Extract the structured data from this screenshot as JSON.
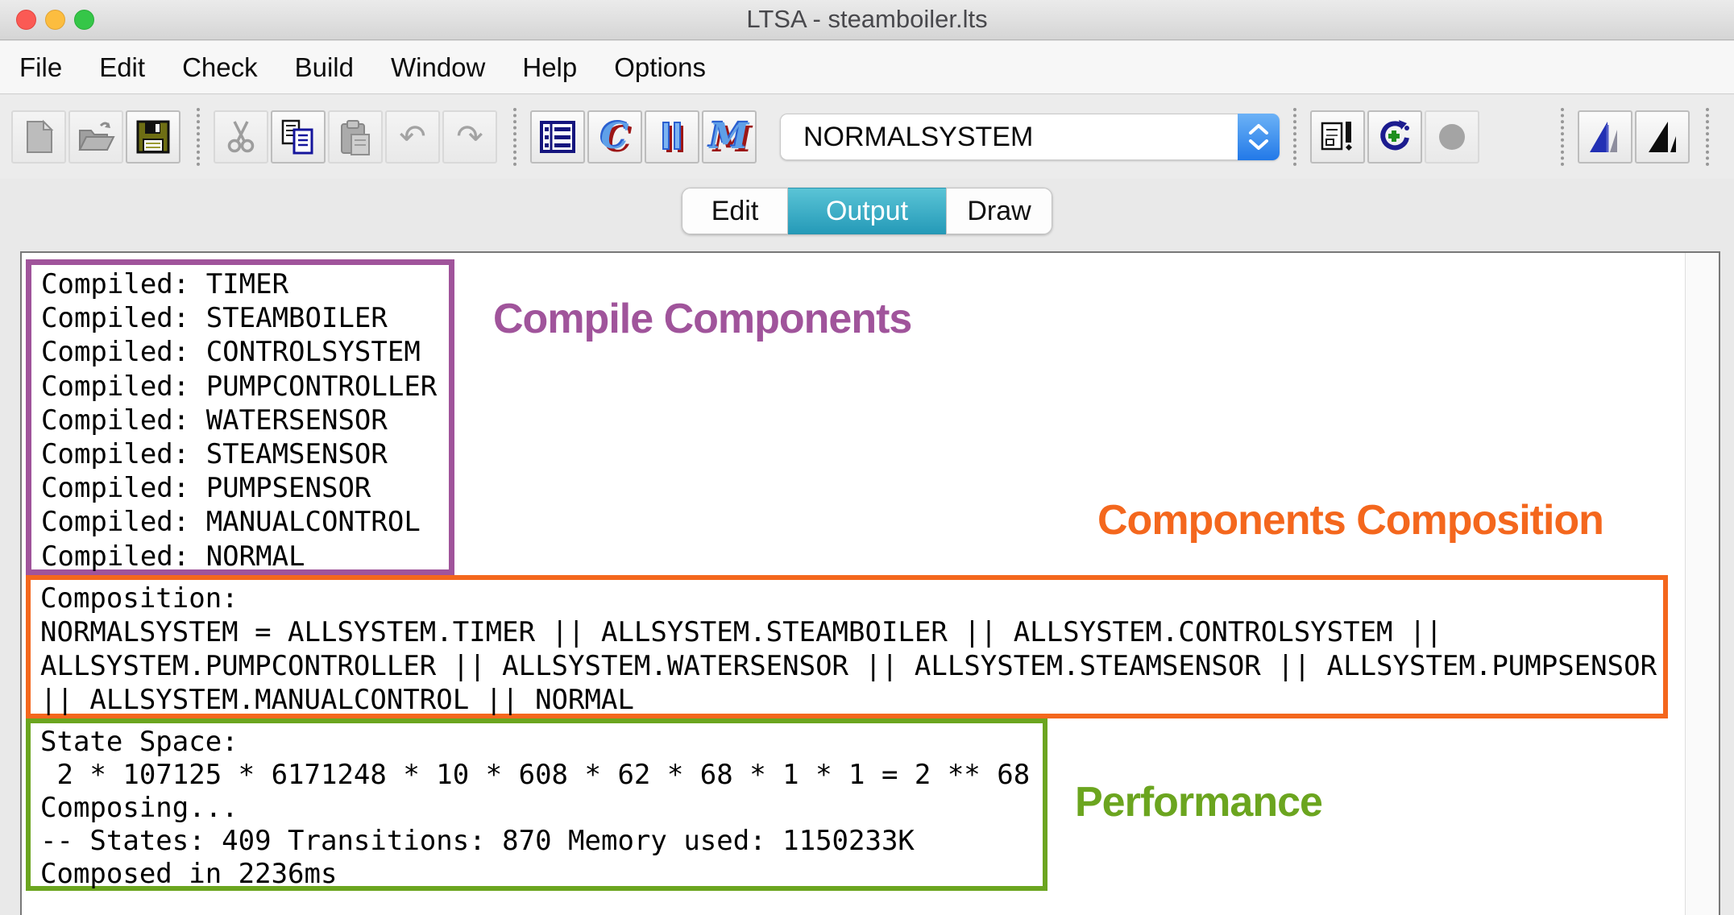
{
  "window": {
    "title": "LTSA - steamboiler.lts"
  },
  "menu": {
    "items": [
      "File",
      "Edit",
      "Check",
      "Build",
      "Window",
      "Help",
      "Options"
    ]
  },
  "toolbar": {
    "icons": [
      "new-file",
      "open-file",
      "save",
      "cut",
      "copy",
      "paste",
      "undo",
      "redo",
      "parse",
      "compile",
      "compose",
      "minimize",
      "check-safety",
      "check-progress",
      "stop",
      "blue-triangle",
      "black-triangle"
    ],
    "compose_glyph": "||",
    "compile_glyph": "C",
    "minimize_glyph": "M",
    "undo_glyph": "↶",
    "redo_glyph": "↷",
    "combo": {
      "value": "NORMALSYSTEM"
    }
  },
  "tabs": {
    "items": [
      "Edit",
      "Output",
      "Draw"
    ],
    "selected": "Output"
  },
  "output": {
    "compiled_lines": [
      "Compiled: TIMER",
      "Compiled: STEAMBOILER",
      "Compiled: CONTROLSYSTEM",
      "Compiled: PUMPCONTROLLER",
      "Compiled: WATERSENSOR",
      "Compiled: STEAMSENSOR",
      "Compiled: PUMPSENSOR",
      "Compiled: MANUALCONTROL",
      "Compiled: NORMAL"
    ],
    "composition_lines": [
      "Composition:",
      "NORMALSYSTEM = ALLSYSTEM.TIMER || ALLSYSTEM.STEAMBOILER || ALLSYSTEM.CONTROLSYSTEM ||",
      "ALLSYSTEM.PUMPCONTROLLER || ALLSYSTEM.WATERSENSOR || ALLSYSTEM.STEAMSENSOR || ALLSYSTEM.PUMPSENSOR",
      "|| ALLSYSTEM.MANUALCONTROL || NORMAL"
    ],
    "performance_lines": [
      "State Space:",
      " 2 * 107125 * 6171248 * 10 * 608 * 62 * 68 * 1 * 1 = 2 ** 68",
      "Composing...",
      "-- States: 409 Transitions: 870 Memory used: 1150233K",
      "Composed in 2236ms"
    ]
  },
  "annotations": {
    "compile": {
      "label": "Compile Components",
      "color": "#a0549b"
    },
    "composition": {
      "label": "Components Composition",
      "color": "#f4671d"
    },
    "performance": {
      "label": "Performance",
      "color": "#6ba51f"
    }
  }
}
